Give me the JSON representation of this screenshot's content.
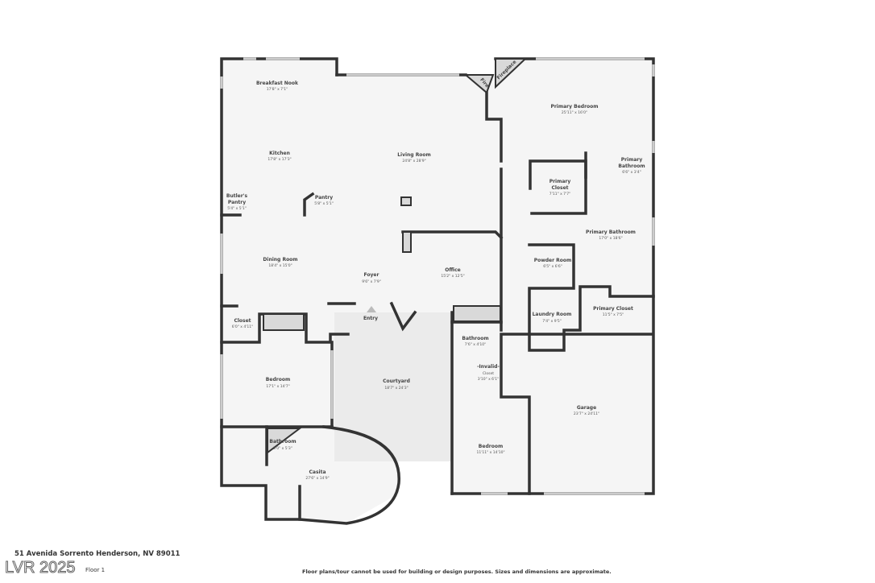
{
  "rooms": {
    "breakfast_nook": {
      "name": "Breakfast Nook",
      "dims": "17'8\" x 7'1\""
    },
    "kitchen": {
      "name": "Kitchen",
      "dims": "17'8\" x 17'3\""
    },
    "butlers_pantry": {
      "name1": "Butler's",
      "name2": "Pantry",
      "dims": "5'4\" x 5'1\""
    },
    "pantry": {
      "name": "Pantry",
      "dims": "5'8\" x 5'1\""
    },
    "living_room": {
      "name": "Living Room",
      "dims": "24'8\" x 28'9\""
    },
    "fire": {
      "name": "Fire"
    },
    "fireplace": {
      "name": "Fireplace"
    },
    "primary_bedroom": {
      "name": "Primary Bedroom",
      "dims": "25'11\" x 16'0\""
    },
    "primary_bathroom_small": {
      "name1": "Primary",
      "name2": "Bathroom",
      "dims": "6'6\" x 3'4\""
    },
    "primary_closet_1": {
      "name1": "Primary",
      "name2": "Closet",
      "dims": "7'11\" x 7'7\""
    },
    "primary_bathroom": {
      "name": "Primary Bathroom",
      "dims": "17'0\" x 18'6\""
    },
    "dining_room": {
      "name": "Dining Room",
      "dims": "18'4\" x 15'0\""
    },
    "foyer": {
      "name": "Foyer",
      "dims": "9'6\" x 7'9\""
    },
    "office": {
      "name": "Office",
      "dims": "15'2\" x 12'5\""
    },
    "powder_room": {
      "name": "Powder Room",
      "dims": "6'5\" x 6'6\""
    },
    "laundry_room": {
      "name": "Laundry Room",
      "dims": "7'4\" x 9'5\""
    },
    "primary_closet_2": {
      "name": "Primary Closet",
      "dims": "11'5\" x 7'5\""
    },
    "closet": {
      "name": "Closet",
      "dims": "6'0\" x 4'11\""
    },
    "entry": {
      "name": "Entry"
    },
    "bathroom_1": {
      "name": "Bathroom",
      "dims": "7'6\" x 4'10\""
    },
    "invalid_closet": {
      "name": "-Invalid-",
      "name2": "Closet",
      "dims": "3'10\" x 6'1\""
    },
    "bedroom_1": {
      "name": "Bedroom",
      "dims": "17'1\" x 14'7\""
    },
    "courtyard": {
      "name": "Courtyard",
      "dims": "18'7\" x 24'3\""
    },
    "garage": {
      "name": "Garage",
      "dims": "23'7\" x 24'11\""
    },
    "bathroom_2": {
      "name": "Bathroom",
      "dims": "5'0\" x 5'3\""
    },
    "bedroom_2": {
      "name": "Bedroom",
      "dims": "11'11\" x 14'10\""
    },
    "casita": {
      "name": "Casita",
      "dims": "27'6\" x 14'9\""
    }
  },
  "footer": {
    "address": "51 Avenida Sorrento Henderson, NV 89011",
    "floor": "Floor 1",
    "watermark": "LVR 2025",
    "disclaimer": "Floor plans/tour cannot be used for building or design purposes. Sizes and dimensions are approximate."
  },
  "colors": {
    "wall": "#333333",
    "floor": "#f5f5f5",
    "courtyard": "#ebebeb",
    "hatch": "#d9d9d9"
  }
}
